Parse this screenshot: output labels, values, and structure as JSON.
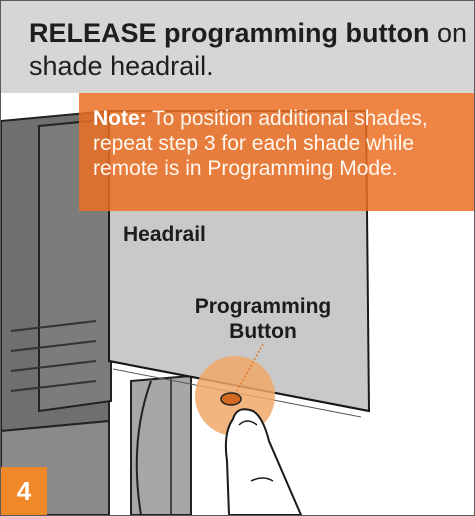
{
  "header": {
    "bold_text": "RELEASE programming button",
    "text_after": " on",
    "line2": "shade headrail."
  },
  "note": {
    "label": "Note:",
    "text": " To position additional shades, repeat step 3 for each shade while remote is in Programming Mode."
  },
  "illustration": {
    "headrail_label": "Headrail",
    "button_label_line1": "Programming",
    "button_label_line2": "Button"
  },
  "step": {
    "number": "4"
  },
  "colors": {
    "accent_orange": "#ec7024",
    "header_gray": "#d6d6d6",
    "badge_orange": "#f0882a"
  },
  "icons": [
    "finger-pointer-icon"
  ]
}
